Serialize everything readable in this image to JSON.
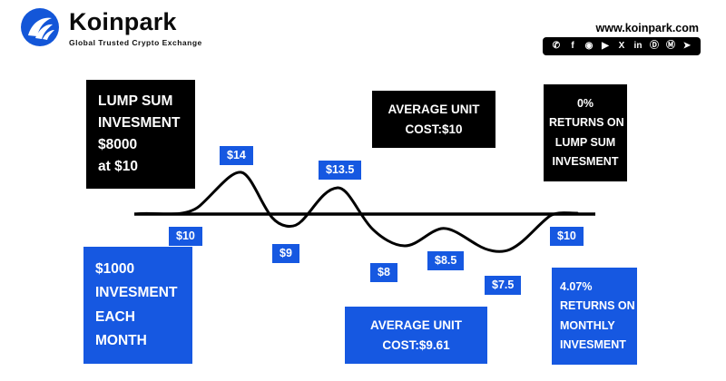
{
  "brand": {
    "name": "Koinpark",
    "tagline": "Global Trusted Crypto Exchange",
    "website": "www.koinpark.com"
  },
  "colors": {
    "accent_blue": "#1658e1",
    "box_black": "#000000",
    "line_black": "#000000"
  },
  "social": {
    "items": [
      {
        "name": "whatsapp",
        "glyph": "✆"
      },
      {
        "name": "facebook",
        "glyph": "f"
      },
      {
        "name": "instagram",
        "glyph": "◉"
      },
      {
        "name": "youtube",
        "glyph": "▶"
      },
      {
        "name": "x-twitter",
        "glyph": "X"
      },
      {
        "name": "linkedin",
        "glyph": "in"
      },
      {
        "name": "discord",
        "glyph": "Ⓓ"
      },
      {
        "name": "medium",
        "glyph": "Ⓜ"
      },
      {
        "name": "telegram",
        "glyph": "➤"
      }
    ]
  },
  "boxes": {
    "lump_sum": {
      "lines": [
        "LUMP SUM",
        "INVESMENT",
        "$8000",
        "at $10"
      ]
    },
    "avg_unit_lump": {
      "lines": [
        "AVERAGE UNIT",
        "COST:$10"
      ]
    },
    "returns_lump": {
      "lines": [
        "0%",
        "RETURNS ON",
        "LUMP SUM",
        "INVESMENT"
      ]
    },
    "monthly": {
      "lines": [
        "$1000",
        "INVESMENT",
        "EACH",
        "MONTH"
      ]
    },
    "avg_unit_monthly": {
      "lines": [
        "AVERAGE UNIT",
        "COST:$9.61"
      ]
    },
    "returns_monthly": {
      "lines": [
        "4.07%",
        "RETURNS ON",
        "MONTHLY",
        "INVESMENT"
      ]
    }
  },
  "price_labels": {
    "p10_left": "$10",
    "p14": "$14",
    "p9": "$9",
    "p13_5": "$13.5",
    "p8": "$8",
    "p8_5": "$8.5",
    "p7_5": "$7.5",
    "p10_right": "$10"
  },
  "chart_data": {
    "type": "line",
    "title": "Lump sum vs monthly (DCA) investment price path",
    "x": [
      1,
      2,
      3,
      4,
      5,
      6,
      7,
      8
    ],
    "values": [
      10,
      14,
      9,
      13.5,
      8,
      8.5,
      7.5,
      10
    ],
    "baseline": 10,
    "point_labels": [
      "$10",
      "$14",
      "$9",
      "$13.5",
      "$8",
      "$8.5",
      "$7.5",
      "$10"
    ],
    "grid": false,
    "legend": "none",
    "annotations": [
      "LUMP SUM INVESMENT $8000 at $10",
      "AVERAGE UNIT COST:$10",
      "0% RETURNS ON LUMP SUM INVESMENT",
      "$1000 INVESMENT EACH MONTH",
      "AVERAGE UNIT COST:$9.61",
      "4.07% RETURNS ON MONTHLY INVESMENT"
    ]
  }
}
